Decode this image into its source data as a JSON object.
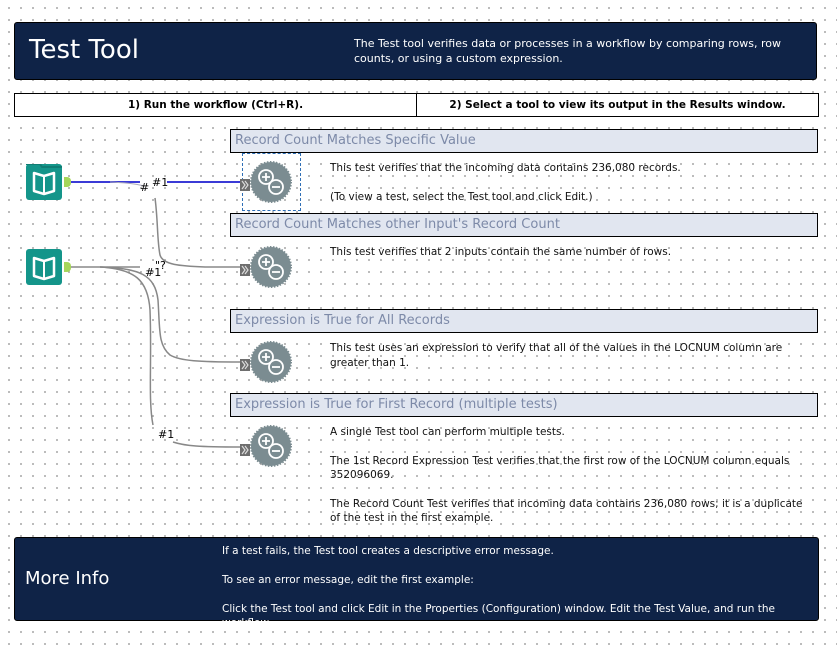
{
  "header": {
    "title": "Test Tool",
    "description": "The Test tool verifies data or processes in a workflow by comparing rows, row counts, or using a custom expression."
  },
  "steps": [
    {
      "label": "1) Run the workflow (Ctrl+R)."
    },
    {
      "label": "2) Select a tool to view its output in the Results window."
    }
  ],
  "sections": [
    {
      "title": "Record Count Matches Specific Value",
      "paragraphs": [
        "This test verifies that the incoming data contains 236,080 records.",
        "(To view a test, select the Test tool and click Edit.)"
      ]
    },
    {
      "title": "Record Count Matches other Input's Record Count",
      "paragraphs": [
        "This test verifies that 2 inputs contain the same number of rows."
      ]
    },
    {
      "title": "Expression is True for All Records",
      "paragraphs": [
        "This test uses an expression to verify that all of the values in the LOCNUM column are greater than 1."
      ]
    },
    {
      "title": "Expression is True for First Record (multiple tests)",
      "paragraphs": [
        "A single Test tool can perform multiple tests.",
        "The 1st Record Expression Test verifies that the first row of the LOCNUM column equals 352096069.",
        "The Record Count Test verifies that incoming data contains 236,080 rows; it is a duplicate of the test in the first example."
      ]
    }
  ],
  "tools": {
    "inputs": [
      {
        "icon": "input-data-book-icon"
      },
      {
        "icon": "input-data-book-icon"
      }
    ],
    "tests": [
      {
        "icon": "test-tool-icon",
        "selected": true
      },
      {
        "icon": "test-tool-icon",
        "selected": false
      },
      {
        "icon": "test-tool-icon",
        "selected": false
      },
      {
        "icon": "test-tool-icon",
        "selected": false
      }
    ]
  },
  "connections": {
    "labels": [
      "#",
      "#1",
      "#1",
      "\"?",
      "#1"
    ],
    "selected_color": "#3b3bd6",
    "default_color": "#888888"
  },
  "footer": {
    "title": "More Info",
    "lines": [
      "If a test fails, the Test tool creates a descriptive error message.",
      "To see an error message, edit the first example:",
      "Click the Test tool and click Edit in the Properties (Configuration) window. Edit the Test Value, and run the workflow."
    ]
  },
  "colors": {
    "banner": "#0f2347",
    "section_title_bg": "#e1e6f0",
    "section_title_text": "#7d8aa8",
    "input_tool": "#14958a",
    "test_tool": "#7b8c91",
    "anchor": "#a6d65a"
  }
}
